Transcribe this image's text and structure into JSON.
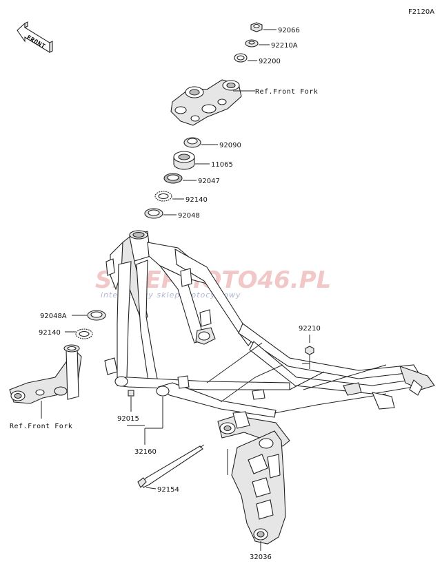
{
  "diagram_code": "F2120A",
  "front_arrow": {
    "label": "FRONT"
  },
  "watermark": {
    "main": "SKLEPMOTO46.PL",
    "sub": "internetowy sklep motocyklowy"
  },
  "parts": [
    {
      "id": "92066",
      "label": "92066"
    },
    {
      "id": "92210A",
      "label": "92210A"
    },
    {
      "id": "92200",
      "label": "92200"
    },
    {
      "id": "ref-front-fork-top",
      "label": "Ref.Front Fork"
    },
    {
      "id": "92090",
      "label": "92090"
    },
    {
      "id": "11065",
      "label": "11065"
    },
    {
      "id": "92047",
      "label": "92047"
    },
    {
      "id": "92140-top",
      "label": "92140"
    },
    {
      "id": "92048",
      "label": "92048"
    },
    {
      "id": "92048A",
      "label": "92048A"
    },
    {
      "id": "92140-left",
      "label": "92140"
    },
    {
      "id": "92210",
      "label": "92210"
    },
    {
      "id": "ref-front-fork-bottom",
      "label": "Ref.Front Fork"
    },
    {
      "id": "92015",
      "label": "92015"
    },
    {
      "id": "32160",
      "label": "32160"
    },
    {
      "id": "92154",
      "label": "92154"
    },
    {
      "id": "32036",
      "label": "32036"
    }
  ]
}
